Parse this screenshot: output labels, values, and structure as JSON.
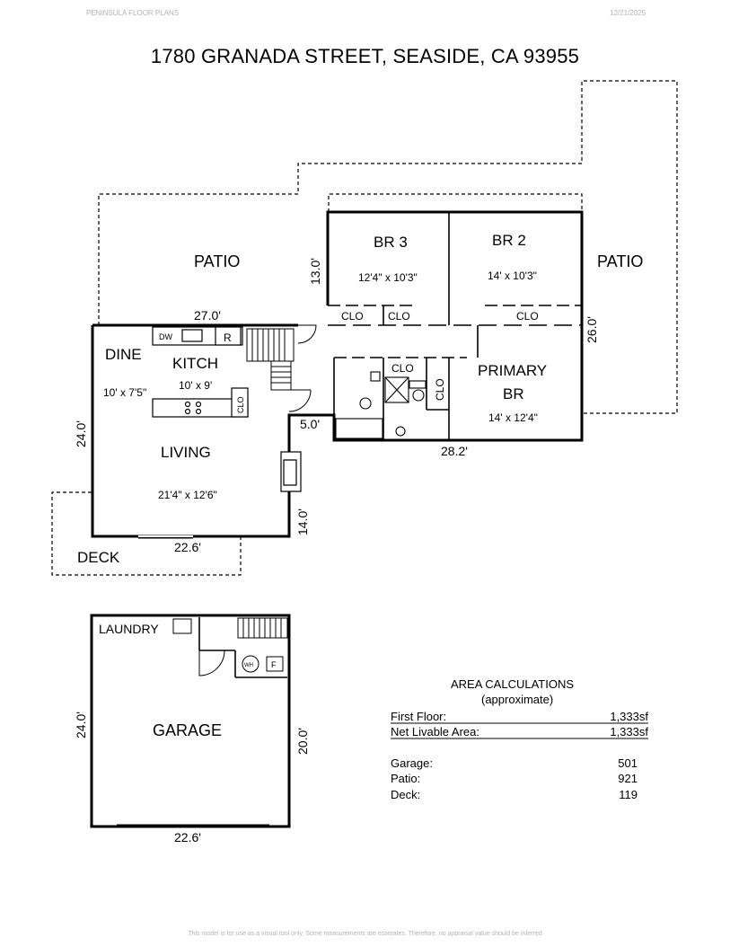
{
  "header": {
    "company": "PENINSULA FLOOR PLANS",
    "date": "12/21/2025"
  },
  "title": "1780 GRANADA STREET, SEASIDE, CA  93955",
  "rooms": {
    "patio_left": "PATIO",
    "patio_right": "PATIO",
    "br3": {
      "name": "BR 3",
      "size": "12'4\" x 10'3\""
    },
    "br2": {
      "name": "BR 2",
      "size": "14' x 10'3\""
    },
    "dine": {
      "name": "DINE",
      "size": "10' x 7'5\""
    },
    "kitchen": {
      "name": "KITCH",
      "size": "10' x 9'"
    },
    "living": {
      "name": "LIVING",
      "size": "21'4\" x 12'6\""
    },
    "primary": {
      "name_line1": "PRIMARY",
      "name_line2": "BR",
      "size": "14' x 12'4\""
    },
    "deck": "DECK",
    "laundry": "LAUNDRY",
    "garage": "GARAGE"
  },
  "closets": {
    "clo_a": "CLO",
    "clo_b": "CLO",
    "clo_c": "CLO",
    "clo_d": "CLO",
    "clo_e": "CLO",
    "clo_f": "CLO"
  },
  "fixtures": {
    "dw": "DW",
    "fridge": "R",
    "water_heater": "WH",
    "furnace": "F"
  },
  "dimensions": {
    "d27": "27.0'",
    "d13": "13.0'",
    "d26": "26.0'",
    "d24_main": "24.0'",
    "d5": "5.0'",
    "d28": "28.2'",
    "d14": "14.0'",
    "d22_main": "22.6'",
    "d24_garage": "24.0'",
    "d20": "20.0'",
    "d22_garage": "22.6'"
  },
  "area_calc": {
    "title": "AREA CALCULATIONS",
    "subtitle": "(approximate)",
    "rows": [
      {
        "label": "First Floor:",
        "value": "1,333sf"
      },
      {
        "label": "Net Livable Area:",
        "value": "1,333sf"
      },
      {
        "label": "Garage:",
        "value": "501"
      },
      {
        "label": "Patio:",
        "value": "921"
      },
      {
        "label": "Deck:",
        "value": "119"
      }
    ]
  },
  "footer": "This model is for use as a visual tool only. Some measurements are estimates. Therefore, no appraisal value should be inferred"
}
